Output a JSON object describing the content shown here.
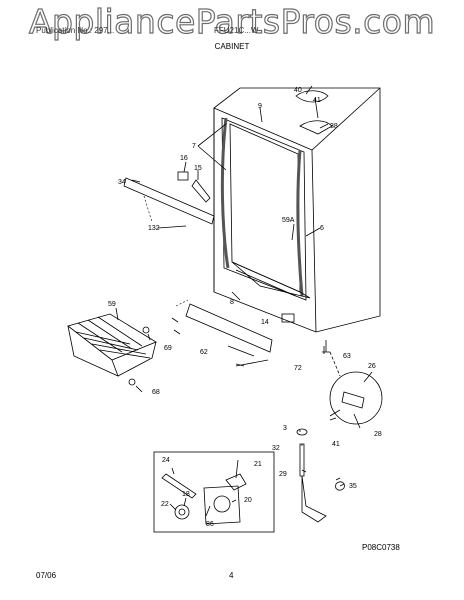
{
  "watermark": "AppliancePartsPros.com",
  "header": {
    "left": "Publication No.: 297...",
    "model": "FFU21C...W",
    "section": "CABINET"
  },
  "footer": {
    "date": "07/06",
    "page": "4"
  },
  "diagram_code": "P08C0738",
  "callouts": [
    "40",
    "9",
    "41",
    "38",
    "7",
    "16",
    "15",
    "34",
    "59A",
    "6",
    "132",
    "8",
    "59",
    "14",
    "69",
    "62",
    "72",
    "63",
    "68",
    "26",
    "3",
    "41",
    "28",
    "32",
    "29",
    "35",
    "24",
    "21",
    "18",
    "22",
    "20",
    "86"
  ]
}
